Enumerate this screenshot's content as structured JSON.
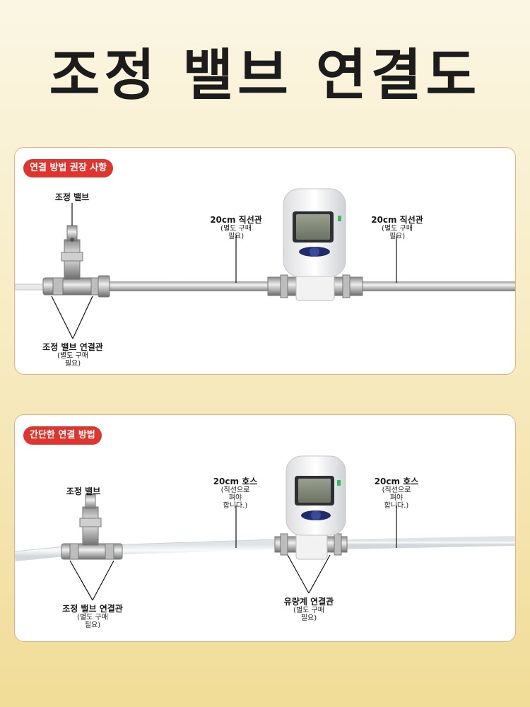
{
  "title": "조정 밸브 연결도",
  "panel1": {
    "badge": "연결 방법 권장 사항",
    "valve_label": "조정 밸브",
    "pipe_left_label": "20cm 직선관",
    "pipe_left_sub1": "(별도 구매",
    "pipe_left_sub2": "필요)",
    "pipe_right_label": "20cm 직선관",
    "pipe_right_sub1": "(별도 구매",
    "pipe_right_sub2": "필요)",
    "fitting_label": "조정 밸브 연결관",
    "fitting_sub1": "(별도 구매",
    "fitting_sub2": "필요)"
  },
  "panel2": {
    "badge": "간단한 연결 방법",
    "valve_label": "조정 밸브",
    "hose_left_label": "20cm 호스",
    "hose_left_sub1": "(직선으로",
    "hose_left_sub2": "펴야",
    "hose_left_sub3": "합니다.)",
    "hose_right_label": "20cm 호스",
    "hose_right_sub1": "(직선으로",
    "hose_right_sub2": "펴야",
    "hose_right_sub3": "합니다.)",
    "fitting_label": "조정 밸브 연결관",
    "fitting_sub1": "(별도 구매",
    "fitting_sub2": "필요)",
    "meter_fitting_label": "유량계 연결관",
    "meter_fitting_sub1": "(별도 구매",
    "meter_fitting_sub2": "필요)"
  },
  "colors": {
    "badge_bg": "#e0352e",
    "panel_border": "#e7b07a",
    "meter_led": "#2fbf5a",
    "meter_buttons": "#1f2b6b"
  }
}
